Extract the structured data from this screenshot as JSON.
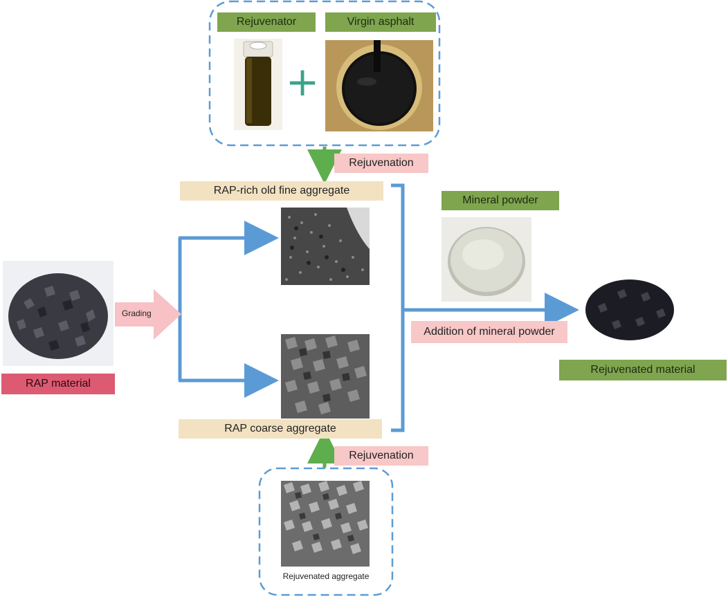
{
  "labels": {
    "rejuvenator": "Rejuvenator",
    "virgin_asphalt": "Virgin asphalt",
    "rejuvenation_top": "Rejuvenation",
    "fine_aggregate": "RAP-rich old fine aggregate",
    "mineral_powder": "Mineral powder",
    "grading": "Grading",
    "rap_material": "RAP material",
    "addition": "Addition of mineral powder",
    "rejuvenated_material": "Rejuvenated material",
    "coarse_aggregate": "RAP coarse aggregate",
    "rejuvenation_bottom": "Rejuvenation",
    "rejuvenated_aggregate": "Rejuvenated aggregate",
    "plus": "+"
  },
  "colors": {
    "flow_arrow": "#5b9bd5",
    "rejuvenation_arrow": "#5fae4e",
    "dashed_border": "#5b9bd5",
    "label_green": "#7fa54f",
    "label_pink": "#f8c7c7",
    "label_beige": "#f2e2c2",
    "label_red": "#dc5a72",
    "plus_sign": "#3aa38a"
  }
}
